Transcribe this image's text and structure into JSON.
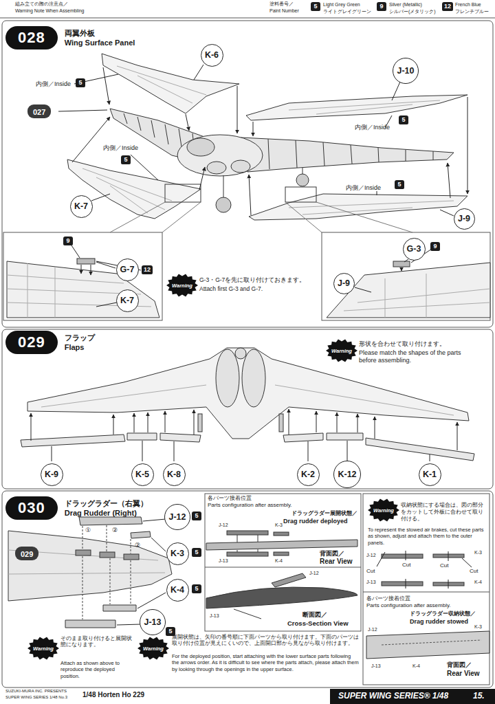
{
  "diagram": {
    "nodes": [
      {
        "text": [
          "028",
          "両翼外板",
          "Wing Surface Panel"
        ]
      },
      {
        "text": [
          "027"
        ]
      },
      {
        "text": [
          "K-6"
        ]
      },
      {
        "text": [
          "J-10"
        ]
      },
      {
        "text": [
          "K-7"
        ]
      },
      {
        "text": [
          "J-9"
        ]
      },
      {
        "text": [
          "G-7"
        ]
      },
      {
        "text": [
          "K-7"
        ]
      },
      {
        "text": [
          "Warning"
        ]
      },
      {
        "text": [
          "G-3"
        ]
      },
      {
        "text": [
          "J-9"
        ]
      },
      {
        "text": [
          "029",
          "フラップ",
          "Flaps"
        ]
      },
      {
        "text": [
          "Warning"
        ]
      },
      {
        "text": [
          "K-9"
        ]
      },
      {
        "text": [
          "K-5"
        ]
      },
      {
        "text": [
          "K-8"
        ]
      },
      {
        "text": [
          "K-2"
        ]
      },
      {
        "text": [
          "K-12"
        ]
      },
      {
        "text": [
          "K-1"
        ]
      },
      {
        "text": [
          "030",
          "ドラッグラダー（右翼）",
          "Drag Rudder (Right)"
        ]
      },
      {
        "text": [
          "029"
        ]
      },
      {
        "text": [
          "J-12"
        ]
      },
      {
        "text": [
          "K-3"
        ]
      },
      {
        "text": [
          "K-4"
        ]
      },
      {
        "text": [
          "J-13"
        ]
      },
      {
        "text": [
          "Warning"
        ]
      },
      {
        "text": [
          "Warning"
        ]
      },
      {
        "text": [
          "Warning"
        ]
      }
    ],
    "labels": [
      "組み立ての際の注意点／",
      "Warning Note When Assembling",
      "塗料番号／",
      "Paint Number",
      "5",
      "Light Grey Green",
      "ライトグレイグリーン",
      "9",
      "Silver (Metallic)",
      "シルバー(メタリック)",
      "12",
      "French Blue",
      "フレンチブルー",
      "内側／Inside",
      "5",
      "内側／Inside",
      "5",
      "内側／Inside",
      "5",
      "内側／Inside",
      "5",
      "9",
      "12",
      "9",
      "G-3・G-7を先に取り付けておきます。",
      "Attach first G-3 and G-7.",
      "形状を合わせて取り付けます。",
      "Please match the shapes of the parts before assembling.",
      "5",
      "5",
      "5",
      "5",
      "①",
      "②",
      "②",
      "そのまま取り付けると展開状態になります。",
      "Attach as shown above to reproduce the deployed position.",
      "展開状態は、矢印の番号順に下面パーツから取り付けます。下面のパーツは取り付け位置が見えにくいので、上面開口部から見ながら取り付けます。",
      "For the deployed position, start attaching with the lower surface parts following the arrows order. As it is difficult to see where the parts attach, please attach them by looking through the openings in the upper surface.",
      "各パーツ接着位置",
      "Parts configuration after assembly.",
      "ドラッグラダー展開状態／",
      "Drag rudder deployed",
      "J-12",
      "K-3",
      "J-13",
      "K-4",
      "背面図／",
      "Rear View",
      "J-12",
      "J-13",
      "断面図／",
      "Cross-Section View",
      "収納状態にする場合は、図の部分をカットして外板に合わせて取り付ける。",
      "To represent the stowed air brakes, cut these parts as shown, adjust and attach them to the outer panels.",
      "J-12",
      "K-3",
      "Cut",
      "Cut",
      "Cut",
      "Cut",
      "J-13",
      "K-4",
      "各パーツ接着位置",
      "Parts configuration after assembly.",
      "ドラッグラダー収納状態／",
      "Drag rudder stowed",
      "J-12",
      "K-3",
      "J-13",
      "K-4",
      "背面図／",
      "Rear View",
      "SUZUKI-MURA INC. PRESENTS",
      "SUPER WING SERIES 1/48 No.3",
      "1/48 Horten Ho 229",
      "SUPER WING SERIES® 1/48",
      "15."
    ]
  }
}
